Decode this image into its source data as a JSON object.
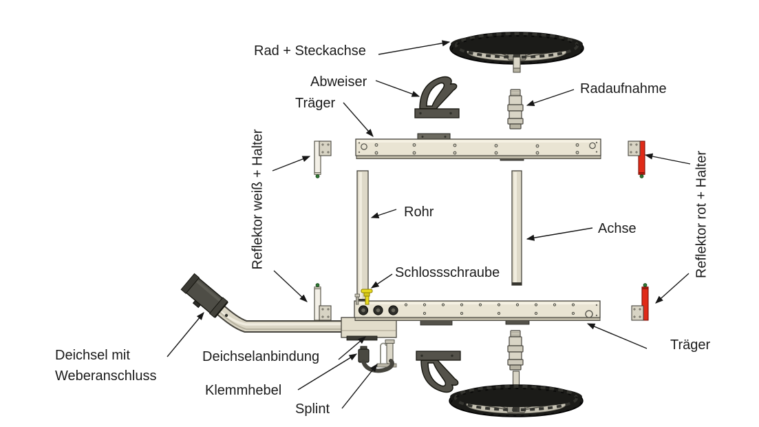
{
  "diagram": {
    "title_context": "Exploded parts diagram",
    "labels": {
      "rad_steckachse": "Rad + Steckachse",
      "abweiser": "Abweiser",
      "traeger_top": "Träger",
      "radaufnahme": "Radaufnahme",
      "reflektor_weiss": "Reflektor weiß + Halter",
      "rohr": "Rohr",
      "achse": "Achse",
      "schlossschraube": "Schlossschraube",
      "reflektor_rot": "Reflektor rot + Halter",
      "deichsel_line1": "Deichsel mit",
      "deichsel_line2": "Weberanschluss",
      "deichselanbindung": "Deichselanbindung",
      "klemmhebel": "Klemmhebel",
      "splint": "Splint",
      "traeger_bottom": "Träger"
    },
    "colors": {
      "beige": "#e9e4d3",
      "beige_dark": "#b9b4a2",
      "cream": "#f3f0e7",
      "outline": "#45433c",
      "dark": "#54524a",
      "tire": "#1b1b18",
      "red": "#e02b18",
      "yellow": "#e8da1e",
      "green": "#2f7a33",
      "label": "#1a1a1a"
    }
  }
}
